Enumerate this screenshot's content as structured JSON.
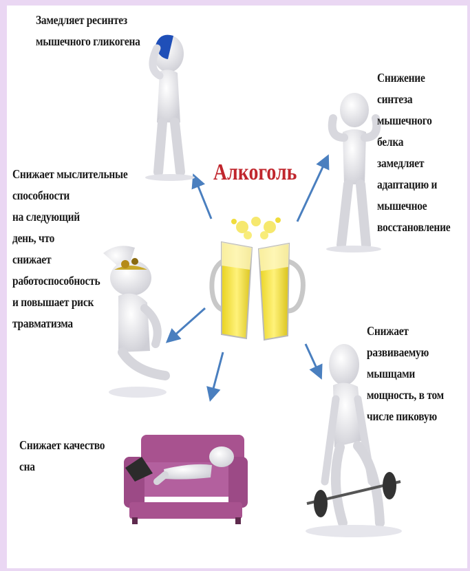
{
  "title": "Алкоголь",
  "effects": {
    "glycogen": "Замедляет ресинтез\nмышечного гликогена",
    "protein": "Снижение синтеза\nмышечного белка\nзамедляет\nадаптацию и\nмышечное\nвосстановление",
    "cognition": "Снижает мыслительные\nспособности\nна следующий\nдень, что\nснижает\nработоспособность\nи повышает риск\nтравматизма",
    "sleep": "Снижает качество\nсна",
    "power": "Снижает\nразвиваемую\nмышцами\nмощность, в том\nчисле пиковую"
  },
  "colors": {
    "title": "#c0262d",
    "arrow": "#4a7fbf",
    "beer": "#f2e23a",
    "sofa": "#b3609e",
    "cap": "#1f4fb8"
  }
}
